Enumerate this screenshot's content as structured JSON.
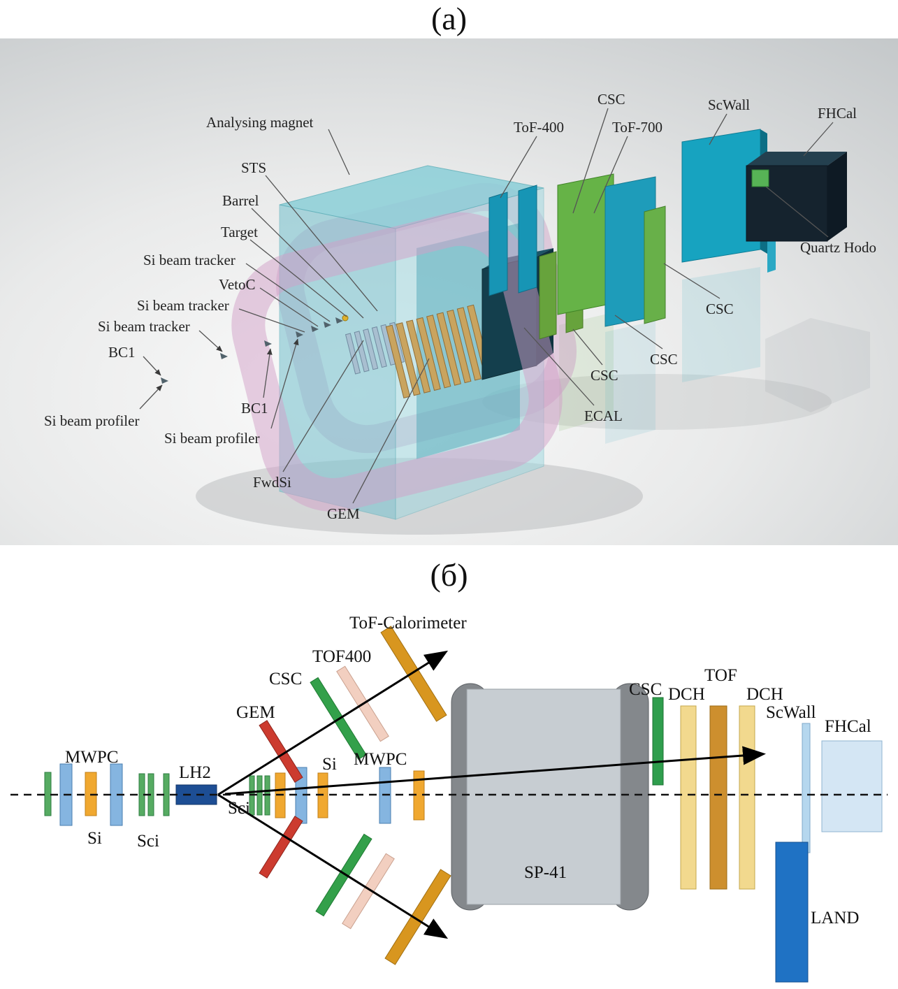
{
  "figure": {
    "title_a": "(а)",
    "title_b": "(б)"
  },
  "panel_a": {
    "labels": [
      {
        "text": "Analysing magnet"
      },
      {
        "text": "STS"
      },
      {
        "text": "Barrel"
      },
      {
        "text": "Target"
      },
      {
        "text": "Si beam tracker"
      },
      {
        "text": "VetoC"
      },
      {
        "text": "Si beam tracker"
      },
      {
        "text": "Si beam tracker"
      },
      {
        "text": "BC1"
      },
      {
        "text": "Si beam profiler"
      },
      {
        "text": "BC1"
      },
      {
        "text": "Si beam profiler"
      },
      {
        "text": "FwdSi"
      },
      {
        "text": "GEM"
      },
      {
        "text": "ToF-400"
      },
      {
        "text": "CSC"
      },
      {
        "text": "ToF-700"
      },
      {
        "text": "ScWall"
      },
      {
        "text": "FHCal"
      },
      {
        "text": "Quartz Hodo"
      },
      {
        "text": "CSC"
      },
      {
        "text": "CSC"
      },
      {
        "text": "CSC"
      },
      {
        "text": "ECAL"
      }
    ]
  },
  "panel_b": {
    "labels": [
      {
        "text": "ToF-Calorimeter"
      },
      {
        "text": "TOF400"
      },
      {
        "text": "CSC"
      },
      {
        "text": "GEM"
      },
      {
        "text": "MWPC"
      },
      {
        "text": "Si"
      },
      {
        "text": "Sci"
      },
      {
        "text": "LH2"
      },
      {
        "text": "Sci"
      },
      {
        "text": "Si"
      },
      {
        "text": "MWPC"
      },
      {
        "text": "SP-41"
      },
      {
        "text": "CSC"
      },
      {
        "text": "DCH"
      },
      {
        "text": "TOF"
      },
      {
        "text": "DCH"
      },
      {
        "text": "ScWall"
      },
      {
        "text": "FHCal"
      },
      {
        "text": "LAND"
      }
    ]
  },
  "colors": {
    "magnet_teal": "#8bcfd8",
    "coil_pink": "#d1a0c8",
    "plate_green": "#66b347",
    "plate_teal": "#1e9cba",
    "fhcal_dark": "#15232e",
    "quartz_green": "#57b356",
    "gem_red": "#cc3b2f",
    "csc_green": "#33a04a",
    "tof400_pink": "#f2cfc0",
    "tof_cal_orange": "#d8961f",
    "dch_yellow": "#f2d98e",
    "tof_tan": "#cd8f2e",
    "land_blue": "#1f72c4",
    "lh2_blue": "#1d4e94",
    "sp41_gray": "#c7cdd2"
  }
}
